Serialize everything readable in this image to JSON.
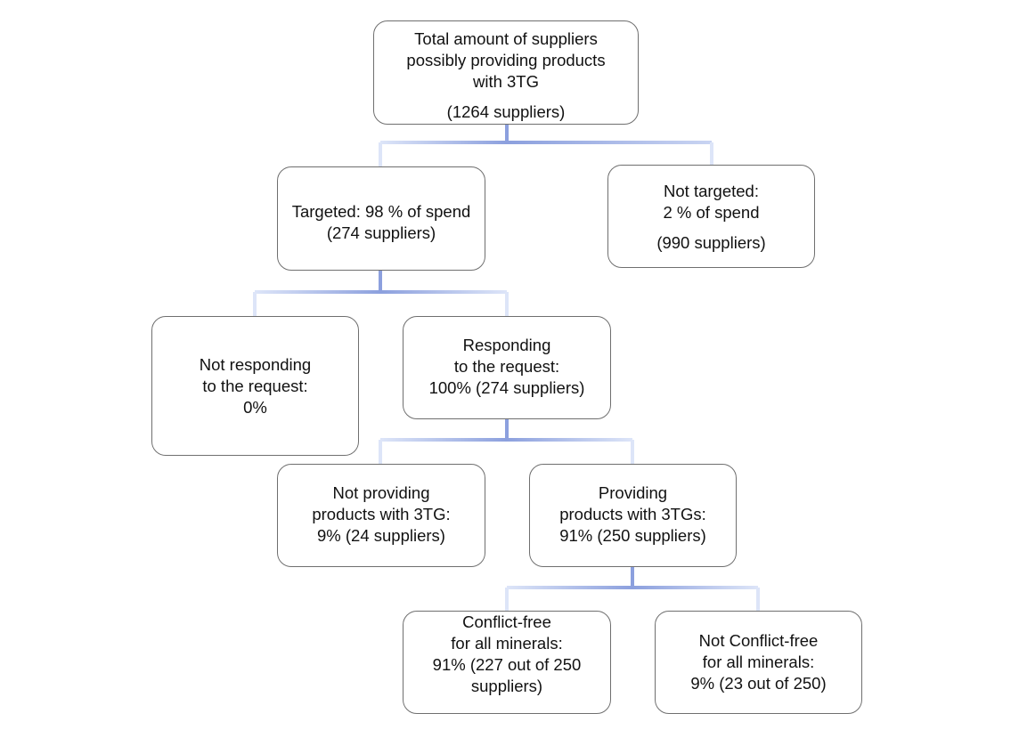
{
  "colors": {
    "connector_dark": "#8ca0de",
    "connector_light": "#dde5f8",
    "box_border": "#6f6f6f",
    "text": "#111111"
  },
  "nodes": {
    "total": {
      "line1": "Total  amount of suppliers",
      "line2": "possibly providing products",
      "line3": "with 3TG",
      "line4": "(1264 suppliers)"
    },
    "targeted": {
      "line1": "Targeted: 98 % of spend",
      "line2": "(274 suppliers)"
    },
    "not_targeted": {
      "line1": "Not targeted:",
      "line2": "2 % of spend",
      "line3": "(990 suppliers)"
    },
    "not_responding": {
      "line1": "Not responding",
      "line2": "to the request:",
      "line3": "0%"
    },
    "responding": {
      "line1": "Responding",
      "line2": "to the request:",
      "line3": "100% (274 suppliers)"
    },
    "not_providing": {
      "line1": "Not providing",
      "line2": "products with 3TG:",
      "line3": "9% (24 suppliers)"
    },
    "providing": {
      "line1": "Providing",
      "line2": "products with 3TGs:",
      "line3": "91% (250 suppliers)"
    },
    "conflict_free": {
      "line1": "Conflict-free",
      "line2": "for all minerals:",
      "line3": "91% (227 out of 250",
      "line4": "suppliers)"
    },
    "not_conflict_free": {
      "line1": "Not Conflict-free",
      "line2": "for all minerals:",
      "line3": "9% (23 out of 250)"
    }
  }
}
